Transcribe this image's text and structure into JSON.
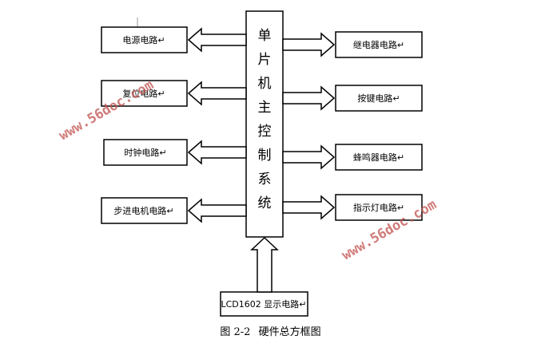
{
  "diagram": {
    "mcu_label": "单片机主控制系统",
    "left_modules": [
      "电源电路↵",
      "复位电路↵",
      "时钟电路↵",
      "步进电机电路↵"
    ],
    "right_modules": [
      "继电器电路↵",
      "按键电路↵",
      "蜂鸣器电路↵",
      "指示灯电路↵"
    ],
    "bottom_module": "LCD1602 显示电路↵"
  },
  "watermarks": [
    "www.56doc.com",
    "www.56doc.com"
  ],
  "caption": {
    "figure_number": "图 2-2",
    "title": "硬件总方框图"
  }
}
